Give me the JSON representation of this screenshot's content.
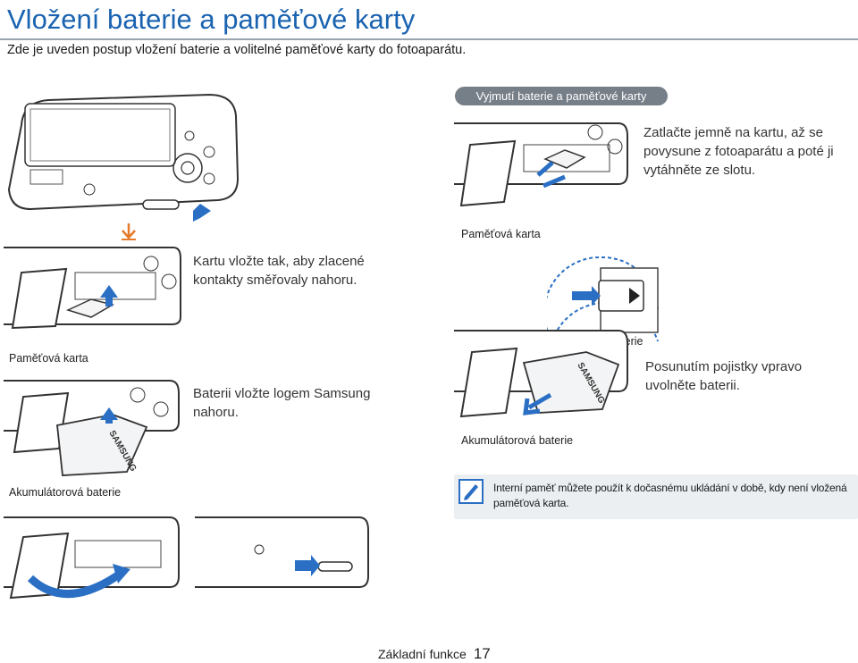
{
  "title": "Vložení baterie a paměťové karty",
  "intro": "Zde je uveden postup vložení baterie a volitelné paměťové karty do fotoaparátu.",
  "removal_header": "Vyjmutí baterie a paměťové karty",
  "steps": {
    "card_remove": "Zatlačte jemně na kartu, až se povysune z fotoaparátu a poté ji vytáhněte ze slotu.",
    "card_insert": "Kartu vložte tak, aby zlacené kontakty směřovaly nahoru.",
    "battery_insert": "Baterii vložte logem Samsung nahoru.",
    "battery_remove": "Posunutím pojistky vpravo uvolněte baterii."
  },
  "labels": {
    "memory_card_right": "Paměťová karta",
    "memory_card_left": "Paměťová karta",
    "battery_lock": "Pojistka baterie",
    "battery_right": "Akumulátorová baterie",
    "battery_left": "Akumulátorová baterie",
    "samsung_logo": "SAMSUNG"
  },
  "note": "Interní paměť můžete použít k dočasnému ukládání v době, kdy není vložená paměťová karta.",
  "footer": {
    "section": "Základní funkce",
    "page": "17"
  },
  "colors": {
    "accent": "#1a63b0",
    "arrow": "#2a6fc4",
    "step_arrow": "#e47a2a"
  }
}
